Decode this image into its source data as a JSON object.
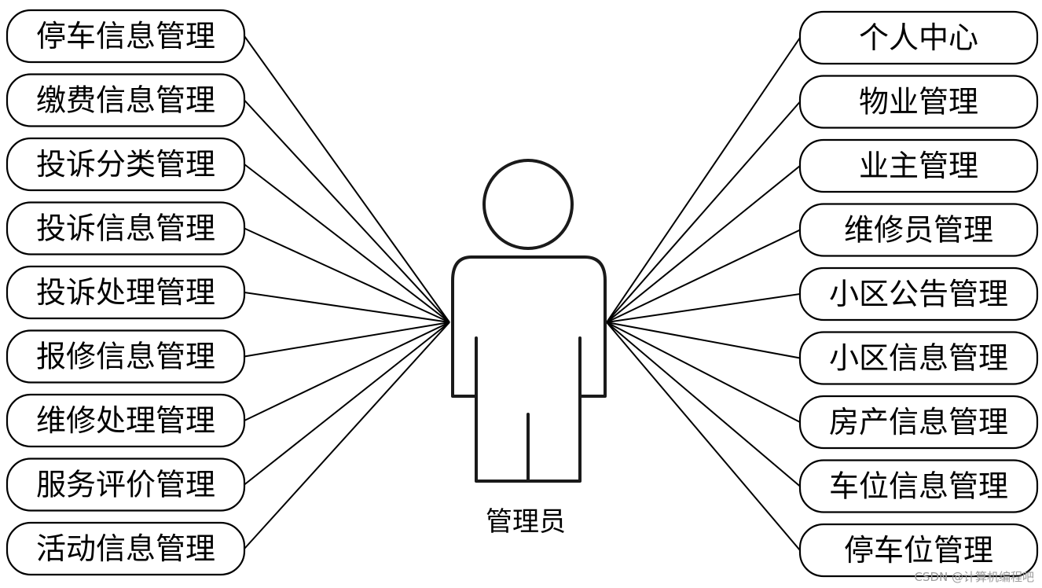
{
  "diagram": {
    "actor": "管理员",
    "left_functions": [
      "停车信息管理",
      "缴费信息管理",
      "投诉分类管理",
      "投诉信息管理",
      "投诉处理管理",
      "报修信息管理",
      "维修处理管理",
      "服务评价管理",
      "活动信息管理"
    ],
    "right_functions": [
      "个人中心",
      "物业管理",
      "业主管理",
      "维修员管理",
      "小区公告管理",
      "小区信息管理",
      "房产信息管理",
      "车位信息管理",
      "停车位管理"
    ]
  },
  "watermark": "CSDN @计算机编程吧"
}
